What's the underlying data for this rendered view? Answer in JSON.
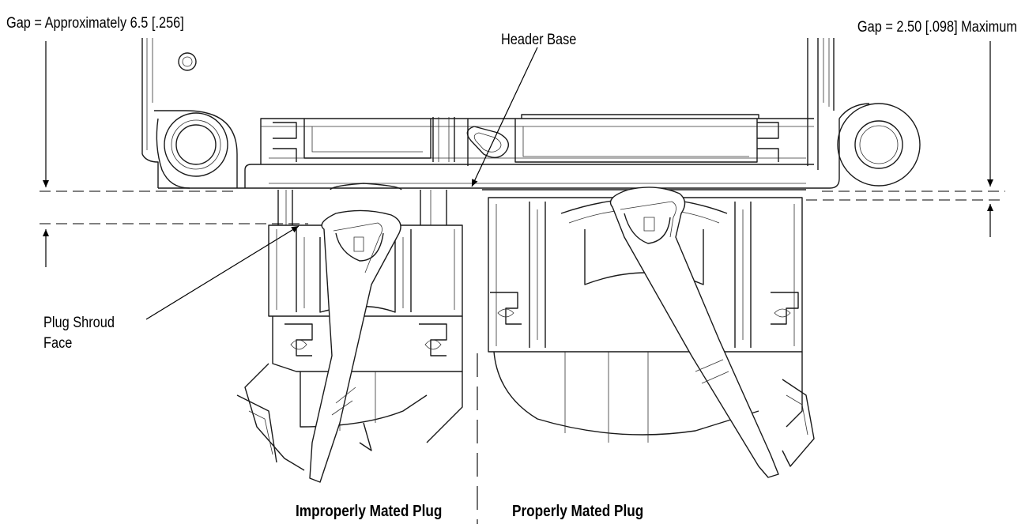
{
  "labels": {
    "gap_left": "Gap = Approximately 6.5 [.256]",
    "gap_right": "Gap = 2.50 [.098] Maximum",
    "header_base": "Header Base",
    "plug_shroud_line1": "Plug Shroud",
    "plug_shroud_line2": "Face",
    "improper_plug": "Improperly Mated Plug",
    "proper_plug": "Properly Mated Plug"
  },
  "colors": {
    "line": "#1a1a1a",
    "background": "#ffffff",
    "text": "#000000"
  }
}
